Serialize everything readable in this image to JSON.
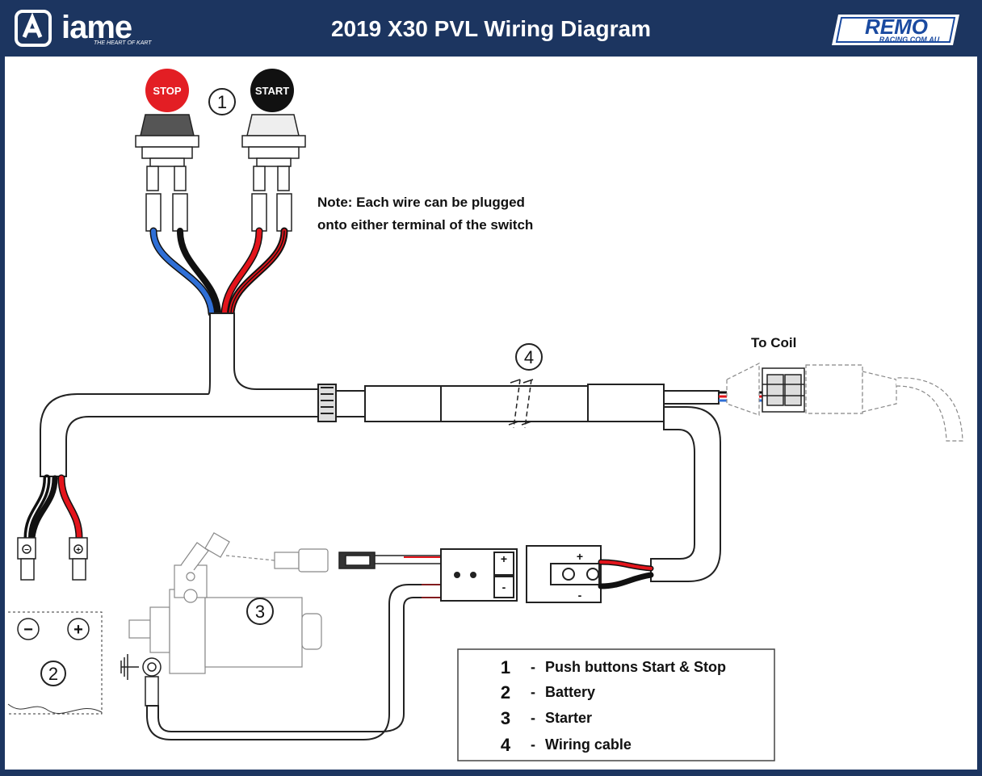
{
  "header": {
    "title": "2019 X30 PVL Wiring Diagram",
    "logo_left_text": "iame",
    "logo_left_tagline": "THE HEART OF KART",
    "logo_right_text": "REMO",
    "logo_right_sub": "RACING.COM.AU"
  },
  "buttons": {
    "stop_label": "STOP",
    "start_label": "START"
  },
  "callouts": {
    "c1": "1",
    "c2": "2",
    "c3": "3",
    "c4": "4"
  },
  "note": {
    "line1": "Note: Each wire can be plugged",
    "line2": "onto either terminal of the switch"
  },
  "coil_label": "To Coil",
  "battery": {
    "minus": "−",
    "plus": "+"
  },
  "connector": {
    "plus": "+",
    "minus": "-"
  },
  "legend": [
    {
      "num": "1",
      "dash": "-",
      "text": "Push buttons Start & Stop"
    },
    {
      "num": "2",
      "dash": "-",
      "text": "Battery"
    },
    {
      "num": "3",
      "dash": "-",
      "text": "Starter"
    },
    {
      "num": "4",
      "dash": "-",
      "text": "Wiring cable"
    }
  ],
  "colors": {
    "frame": "#1c3560",
    "stop_red": "#e31e24",
    "start_black": "#111111",
    "wire_red": "#e3141b",
    "wire_blue": "#2f6fd6",
    "wire_black": "#111111"
  }
}
